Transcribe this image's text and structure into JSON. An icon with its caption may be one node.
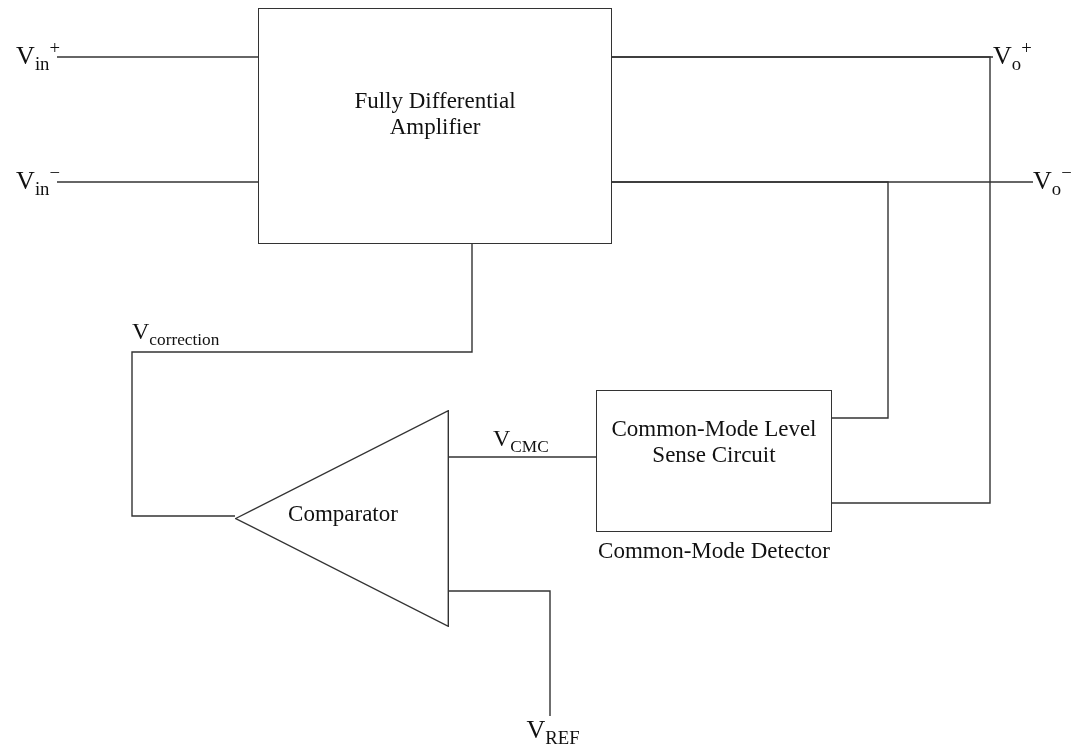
{
  "diagram": {
    "nodes": [
      {
        "text": [
          "V$_{in}$$^{+}$"
        ]
      },
      {
        "text": [
          "V$_{in}$$^{−}$"
        ]
      },
      {
        "text": [
          "Fully Differential Amplifier"
        ]
      },
      {
        "text": [
          "V$_{o}$$^{+}$"
        ]
      },
      {
        "text": [
          "V$_{o}$$^{−}$"
        ]
      },
      {
        "text": [
          "Comparator"
        ]
      },
      {
        "text": [
          "Common-Mode Level Sense Circuit"
        ],
        "beside": [
          "Common-Mode Detector"
        ]
      },
      {
        "text": [
          "V$_{REF}$"
        ]
      }
    ],
    "edges": [
      {
        "from": 0,
        "to": 2,
        "arrow": "none"
      },
      {
        "from": 1,
        "to": 2,
        "arrow": "none"
      },
      {
        "from": 2,
        "to": 3,
        "arrow": "none"
      },
      {
        "from": 2,
        "to": 4,
        "arrow": "none"
      },
      {
        "from": 2,
        "to": 6,
        "arrow": "none"
      },
      {
        "from": 2,
        "to": 6,
        "arrow": "none"
      },
      {
        "from": 5,
        "to": 2,
        "arrow": "none",
        "label": "V$_{correction}$"
      },
      {
        "from": 6,
        "to": 5,
        "arrow": "none",
        "label": "V$_{CMC}$"
      },
      {
        "from": 7,
        "to": 5,
        "arrow": "none"
      }
    ]
  }
}
